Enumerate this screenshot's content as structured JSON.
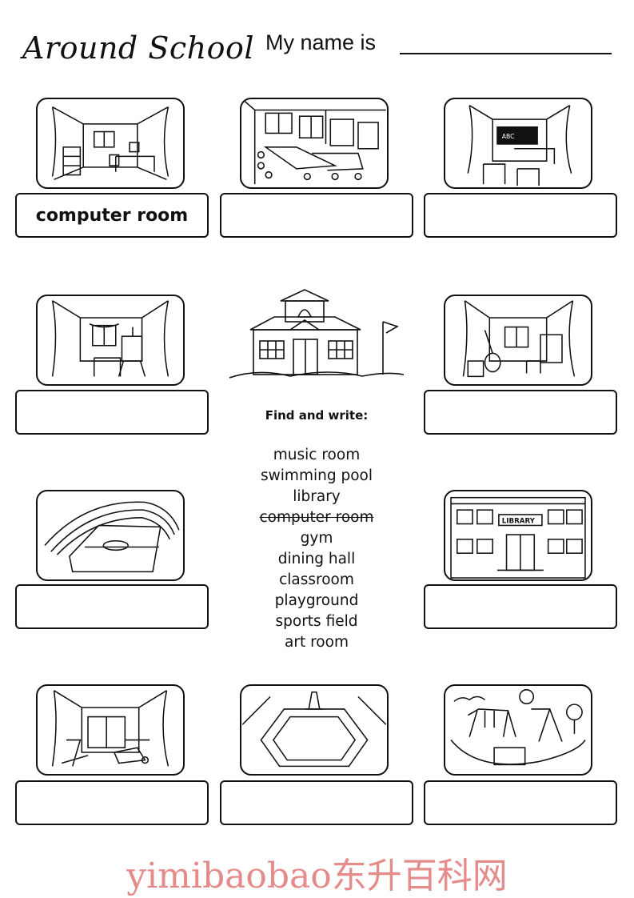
{
  "header": {
    "title": "Around School",
    "name_label": "My name is"
  },
  "answers": {
    "example": "computer room"
  },
  "center": {
    "instruction": "Find and write:",
    "word_bank": [
      {
        "text": "music room",
        "struck": false
      },
      {
        "text": "swimming pool",
        "struck": false
      },
      {
        "text": "library",
        "struck": false
      },
      {
        "text": "computer room",
        "struck": true
      },
      {
        "text": "gym",
        "struck": false
      },
      {
        "text": "dining hall",
        "struck": false
      },
      {
        "text": "classroom",
        "struck": false
      },
      {
        "text": "playground",
        "struck": false
      },
      {
        "text": "sports field",
        "struck": false
      },
      {
        "text": "art room",
        "struck": false
      }
    ]
  },
  "library_sign": "LIBRARY",
  "blackboard_text": "ABC",
  "watermark": "yimibaobao东升百科网",
  "colors": {
    "ink": "#111111",
    "watermark": "#e58b8b"
  }
}
